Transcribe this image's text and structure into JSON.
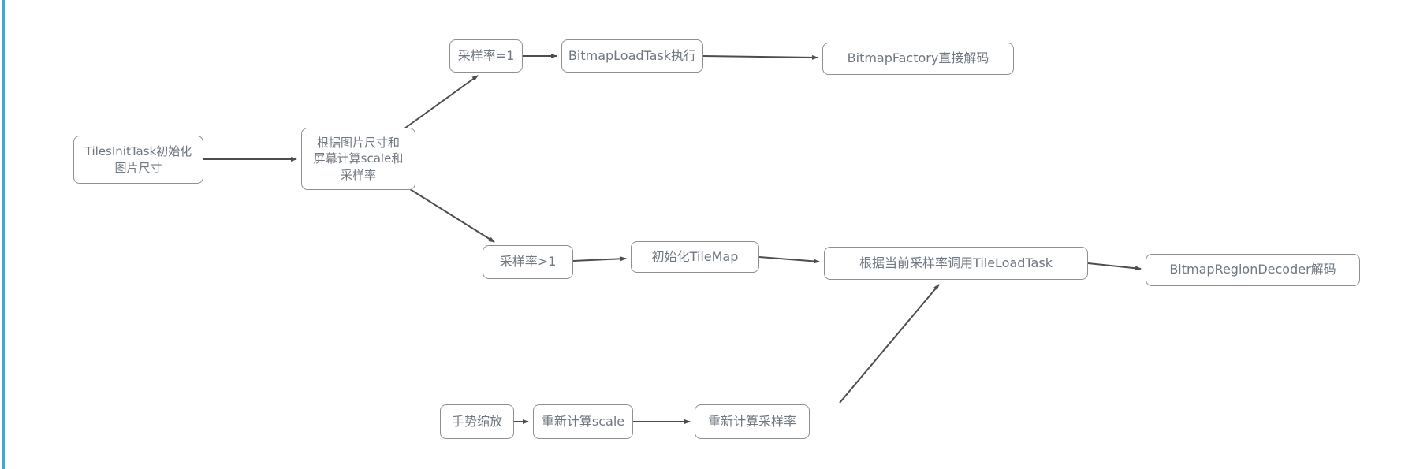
{
  "colors": {
    "accent_bar": "#3fa8d8",
    "node_border": "#8f8f8f",
    "node_text": "#6f7780",
    "edge": "#4d4d4d",
    "background": "#ffffff"
  },
  "nodes": {
    "tiles_init": {
      "label": "TilesInitTask初始化\n图片尺寸"
    },
    "calc_scale": {
      "label": "根据图片尺寸和\n屏幕计算scale和\n采样率"
    },
    "sample_eq1": {
      "label": "采样率=1"
    },
    "bitmap_load_task": {
      "label": "BitmapLoadTask执行"
    },
    "bitmap_factory": {
      "label": "BitmapFactory直接解码"
    },
    "sample_gt1": {
      "label": "采样率>1"
    },
    "init_tilemap": {
      "label": "初始化TileMap"
    },
    "tile_load_task": {
      "label": "根据当前采样率调用TileLoadTask"
    },
    "bitmap_region_decoder": {
      "label": "BitmapRegionDecoder解码"
    },
    "gesture_zoom": {
      "label": "手势缩放"
    },
    "recalc_scale": {
      "label": "重新计算scale"
    },
    "recalc_sample": {
      "label": "重新计算采样率"
    }
  }
}
